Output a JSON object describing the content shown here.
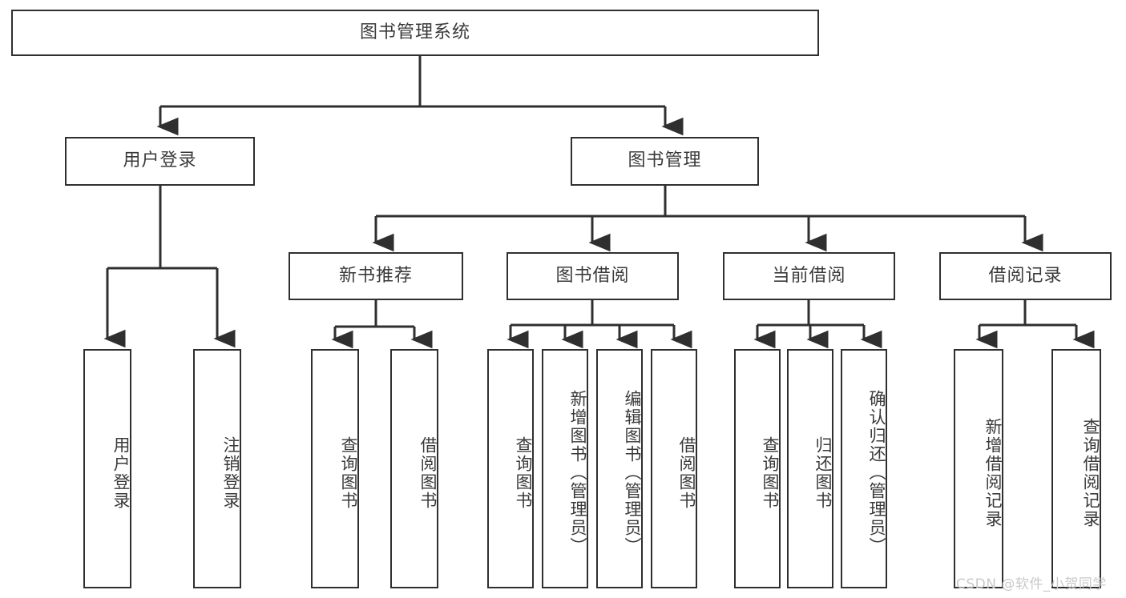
{
  "diagram": {
    "title": "图书管理系统",
    "watermark": "CSDN @软件_小贺同学",
    "stroke_color": "#2f2f2f",
    "text_color": "#3a3a3a",
    "background_color": "#ffffff"
  },
  "nodes": {
    "root": {
      "label": "图书管理系统"
    },
    "level1": [
      {
        "label": "用户登录"
      },
      {
        "label": "图书管理"
      }
    ],
    "level2": [
      {
        "label": "新书推荐"
      },
      {
        "label": "图书借阅"
      },
      {
        "label": "当前借阅"
      },
      {
        "label": "借阅记录"
      }
    ],
    "leaves": {
      "user_login": [
        {
          "label": "用户登录"
        },
        {
          "label": "注销登录"
        }
      ],
      "new_book_recommend": [
        {
          "label": "查询图书"
        },
        {
          "label": "借阅图书"
        }
      ],
      "book_borrow": [
        {
          "label": "查询图书"
        },
        {
          "label": "新增图书（管理员）"
        },
        {
          "label": "编辑图书（管理员）"
        },
        {
          "label": "借阅图书"
        }
      ],
      "current_borrow": [
        {
          "label": "查询图书"
        },
        {
          "label": "归还图书"
        },
        {
          "label": "确认归还（管理员）"
        }
      ],
      "borrow_records": [
        {
          "label": "新增借阅记录"
        },
        {
          "label": "查询借阅记录"
        }
      ]
    }
  }
}
